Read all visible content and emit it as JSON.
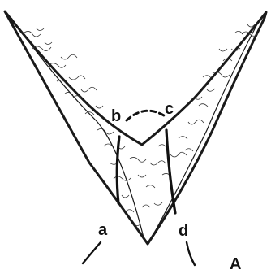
{
  "figure": {
    "point_labels": {
      "a": "a",
      "b": "b",
      "c": "c",
      "d": "d"
    },
    "panel_label": "A"
  },
  "colors": {
    "ink": "#1a1a1a",
    "background": "#ffffff"
  }
}
